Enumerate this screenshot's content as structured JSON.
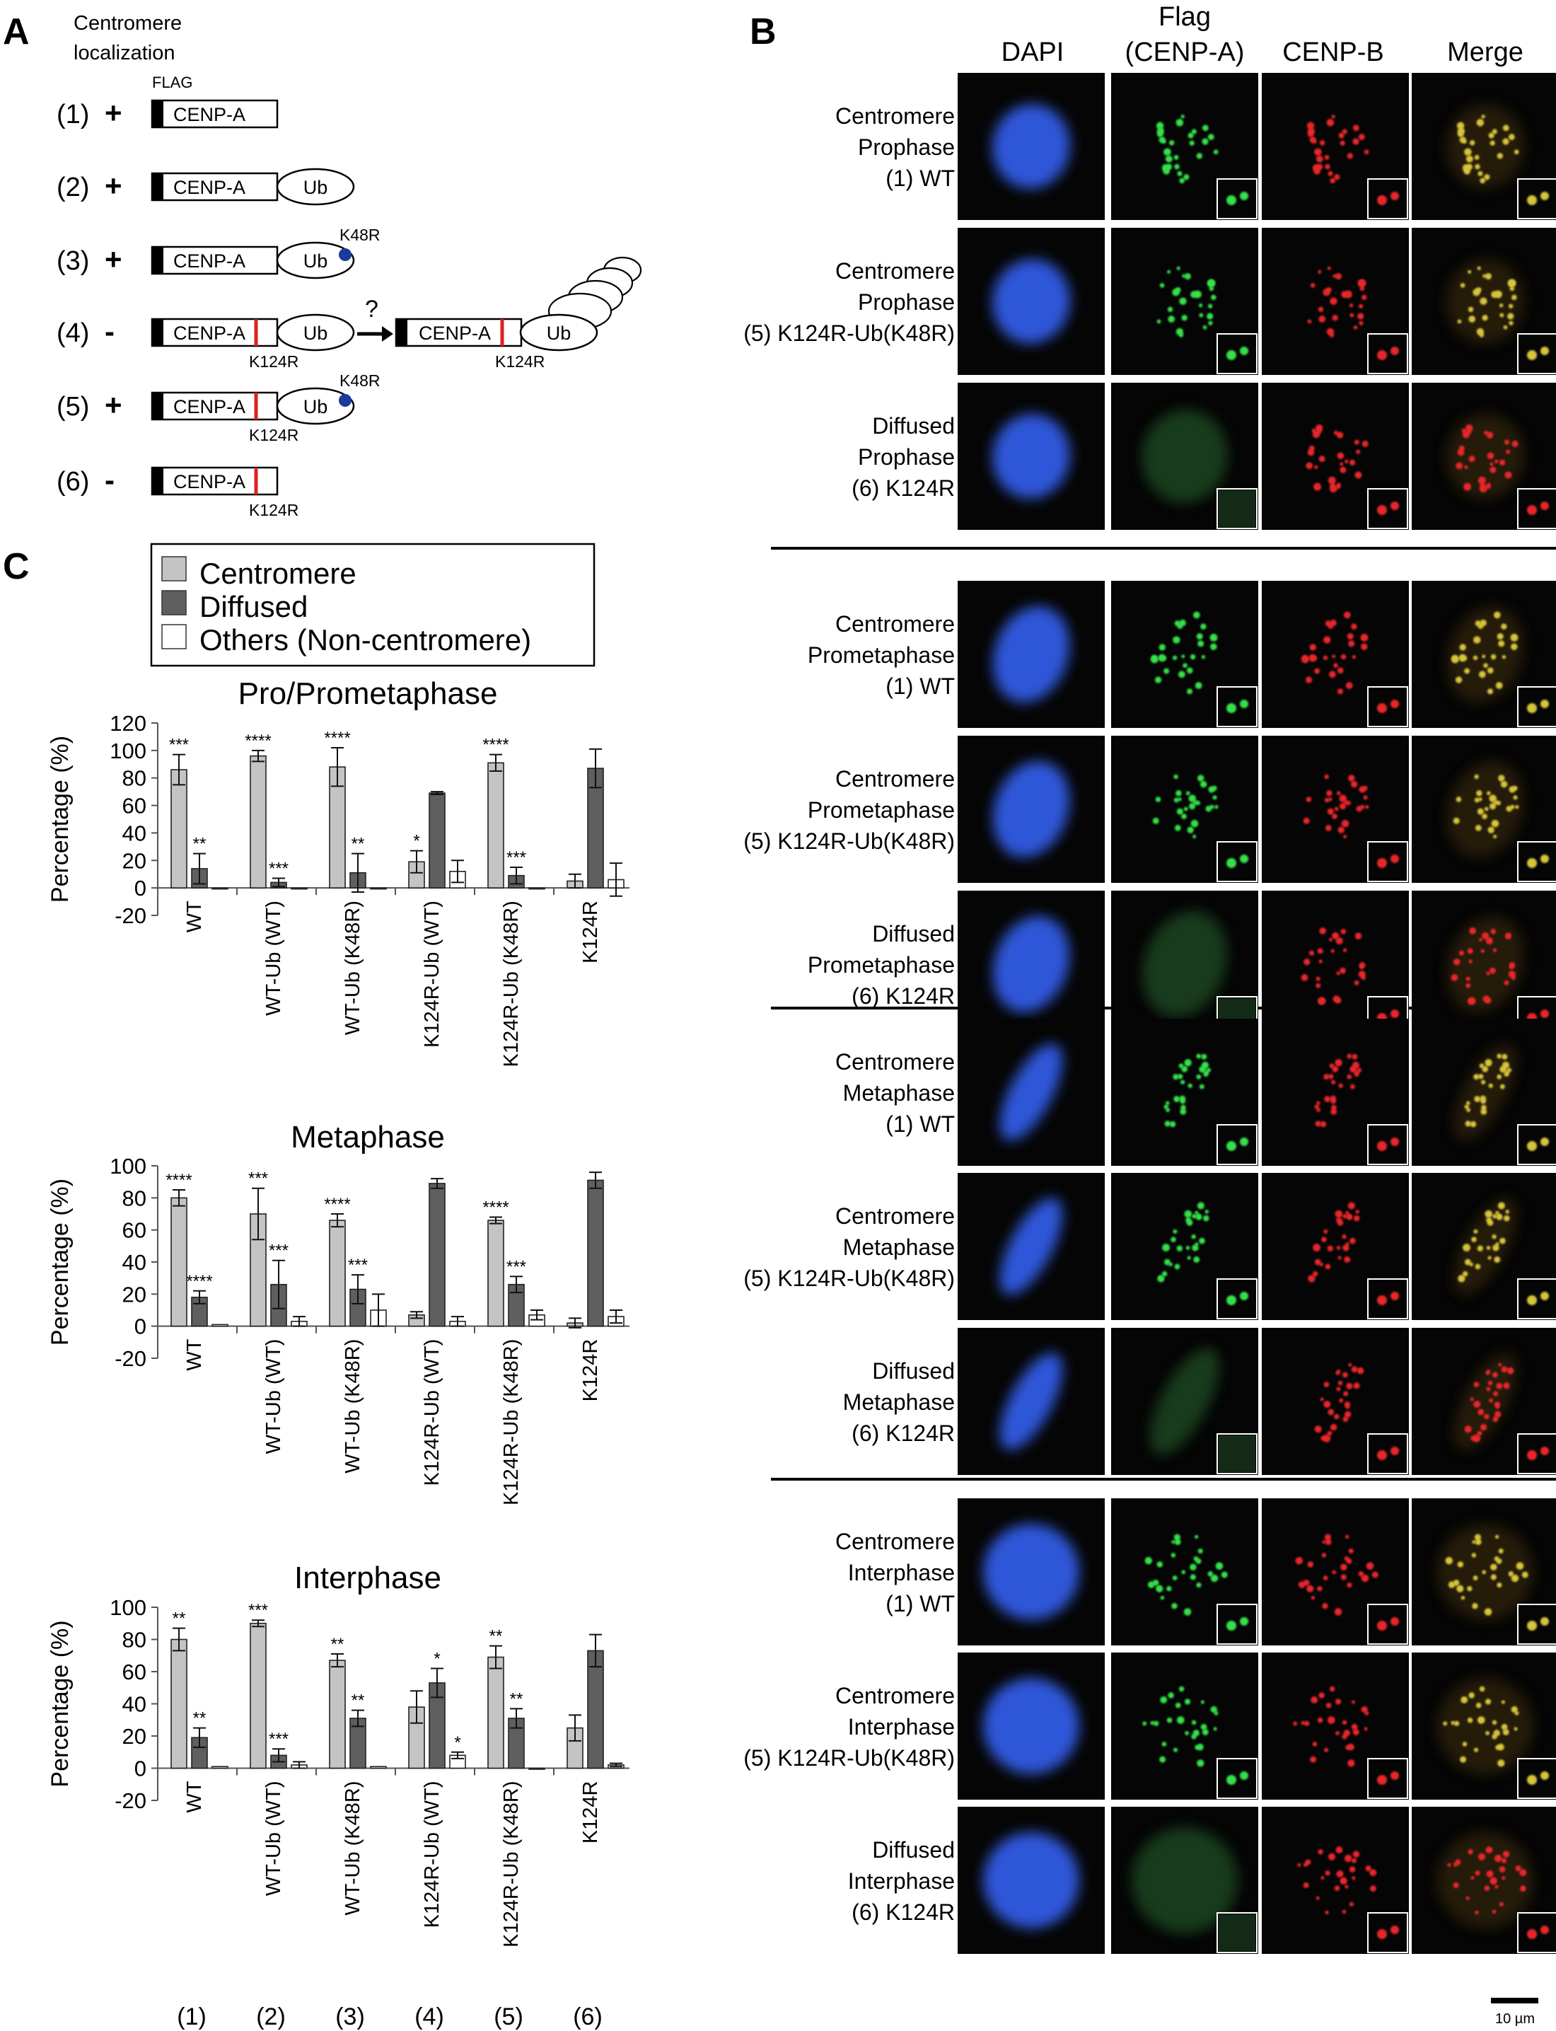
{
  "figure": {
    "panel_letters": [
      "A",
      "B",
      "C"
    ],
    "panel_a": {
      "heading_line1": "Centromere",
      "heading_line2": "localization",
      "flag_label": "FLAG",
      "constructs": [
        {
          "index": "(1)",
          "sign": "+",
          "protein": "CENP-A",
          "ub": "",
          "k48r": "",
          "k124r": ""
        },
        {
          "index": "(2)",
          "sign": "+",
          "protein": "CENP-A",
          "ub": "Ub",
          "k48r": "",
          "k124r": ""
        },
        {
          "index": "(3)",
          "sign": "+",
          "protein": "CENP-A",
          "ub": "Ub",
          "k48r": "K48R",
          "k124r": ""
        },
        {
          "index": "(4)",
          "sign": "-",
          "protein": "CENP-A",
          "ub": "Ub",
          "k48r": "",
          "k124r": "K124R"
        },
        {
          "index": "(5)",
          "sign": "+",
          "protein": "CENP-A",
          "ub": "Ub",
          "k48r": "K48R",
          "k124r": "K124R"
        },
        {
          "index": "(6)",
          "sign": "-",
          "protein": "CENP-A",
          "ub": "",
          "k48r": "",
          "k124r": "K124R"
        }
      ],
      "arrow_label": "?",
      "poly_protein": "CENP-A",
      "poly_ub": "Ub",
      "poly_k124r": "K124R"
    },
    "panel_b": {
      "columns": [
        "DAPI",
        "Flag\n(CENP-A)",
        "CENP-B",
        "Merge"
      ],
      "column_dapi": "DAPI",
      "column_flag_line1": "Flag",
      "column_flag_line2": "(CENP-A)",
      "column_cenpb": "CENP-B",
      "column_merge": "Merge",
      "rows": [
        {
          "line1": "Centromere",
          "line2": "Prophase",
          "line3": "(1) WT",
          "flag": "centromere"
        },
        {
          "line1": "Centromere",
          "line2": "Prophase",
          "line3": "(5) K124R-Ub(K48R)",
          "flag": "centromere"
        },
        {
          "line1": "Diffused",
          "line2": "Prophase",
          "line3": "(6) K124R",
          "flag": "diffused"
        },
        {
          "line1": "Centromere",
          "line2": "Prometaphase",
          "line3": "(1) WT",
          "flag": "centromere"
        },
        {
          "line1": "Centromere",
          "line2": "Prometaphase",
          "line3": "(5) K124R-Ub(K48R)",
          "flag": "centromere"
        },
        {
          "line1": "Diffused",
          "line2": "Prometaphase",
          "line3": "(6) K124R",
          "flag": "diffused"
        },
        {
          "line1": "Centromere",
          "line2": "Metaphase",
          "line3": "(1) WT",
          "flag": "centromere"
        },
        {
          "line1": "Centromere",
          "line2": "Metaphase",
          "line3": "(5) K124R-Ub(K48R)",
          "flag": "centromere"
        },
        {
          "line1": "Diffused",
          "line2": "Metaphase",
          "line3": "(6) K124R",
          "flag": "diffused"
        },
        {
          "line1": "Centromere",
          "line2": "Interphase",
          "line3": "(1) WT",
          "flag": "centromere"
        },
        {
          "line1": "Centromere",
          "line2": "Interphase",
          "line3": "(5) K124R-Ub(K48R)",
          "flag": "centromere"
        },
        {
          "line1": "Diffused",
          "line2": "Interphase",
          "line3": "(6) K124R",
          "flag": "diffused"
        }
      ],
      "scale_bar_label": "10 µm",
      "colors": {
        "dapi": "#2f57d8",
        "flag": "#35e04a",
        "cenpb": "#e8252b",
        "merge": "#d6c43a",
        "background": "#050505"
      }
    },
    "panel_c": {
      "legend": [
        "Centromere",
        "Diffused",
        "Others (Non-centromere)"
      ],
      "colors": {
        "centromere": "#c4c4c4",
        "diffused": "#5f5f5f",
        "others": "#ffffff"
      },
      "bottom_indices": [
        "(1)",
        "(2)",
        "(3)",
        "(4)",
        "(5)",
        "(6)"
      ]
    }
  },
  "chart_data": [
    {
      "type": "bar",
      "title": "Pro/Prometaphase",
      "ylabel": "Percentage (%)",
      "ylim": [
        -20,
        120
      ],
      "yticks": [
        120,
        100,
        80,
        60,
        40,
        20,
        0,
        -20
      ],
      "categories": [
        "WT",
        "WT-Ub (WT)",
        "WT-Ub (K48R)",
        "K124R-Ub (WT)",
        "K124R-Ub (K48R)",
        "K124R"
      ],
      "series": [
        {
          "name": "Centromere",
          "values": [
            86,
            96,
            88,
            19,
            91,
            5
          ],
          "errors": [
            11,
            4,
            14,
            8,
            6,
            5
          ],
          "stars": [
            "***",
            "****",
            "****",
            "*",
            "****",
            ""
          ]
        },
        {
          "name": "Diffused",
          "values": [
            14,
            4,
            11,
            69,
            9,
            87
          ],
          "errors": [
            11,
            3,
            14,
            1,
            6,
            14
          ],
          "stars": [
            "**",
            "***",
            "**",
            "",
            "***",
            ""
          ]
        },
        {
          "name": "Others (Non-centromere)",
          "values": [
            0,
            0,
            0,
            12,
            0,
            6
          ],
          "errors": [
            0,
            0,
            0,
            8,
            0,
            12
          ],
          "stars": [
            "",
            "",
            "",
            "",
            "",
            ""
          ]
        }
      ]
    },
    {
      "type": "bar",
      "title": "Metaphase",
      "ylabel": "Percentage (%)",
      "ylim": [
        -20,
        100
      ],
      "yticks": [
        100,
        80,
        60,
        40,
        20,
        0,
        -20
      ],
      "categories": [
        "WT",
        "WT-Ub (WT)",
        "WT-Ub (K48R)",
        "K124R-Ub (WT)",
        "K124R-Ub (K48R)",
        "K124R"
      ],
      "series": [
        {
          "name": "Centromere",
          "values": [
            80,
            70,
            66,
            7,
            66,
            2
          ],
          "errors": [
            5,
            16,
            4,
            2,
            2,
            3
          ],
          "stars": [
            "****",
            "***",
            "****",
            "",
            "****",
            ""
          ]
        },
        {
          "name": "Diffused",
          "values": [
            18,
            26,
            23,
            89,
            26,
            91
          ],
          "errors": [
            4,
            15,
            9,
            3,
            5,
            5
          ],
          "stars": [
            "****",
            "***",
            "***",
            "",
            "***",
            ""
          ]
        },
        {
          "name": "Others (Non-centromere)",
          "values": [
            1,
            3,
            10,
            3,
            7,
            6
          ],
          "errors": [
            0,
            3,
            10,
            3,
            3,
            4
          ],
          "stars": [
            "",
            "",
            "",
            "",
            "",
            ""
          ]
        }
      ]
    },
    {
      "type": "bar",
      "title": "Interphase",
      "ylabel": "Percentage (%)",
      "ylim": [
        -20,
        100
      ],
      "yticks": [
        100,
        80,
        60,
        40,
        20,
        0,
        -20
      ],
      "categories": [
        "WT",
        "WT-Ub (WT)",
        "WT-Ub (K48R)",
        "K124R-Ub (WT)",
        "K124R-Ub (K48R)",
        "K124R"
      ],
      "series": [
        {
          "name": "Centromere",
          "values": [
            80,
            90,
            67,
            38,
            69,
            25
          ],
          "errors": [
            7,
            2,
            4,
            10,
            7,
            8
          ],
          "stars": [
            "**",
            "***",
            "**",
            "",
            "**",
            ""
          ]
        },
        {
          "name": "Diffused",
          "values": [
            19,
            8,
            31,
            53,
            31,
            73
          ],
          "errors": [
            6,
            4,
            5,
            9,
            6,
            10
          ],
          "stars": [
            "**",
            "***",
            "**",
            "*",
            "**",
            ""
          ]
        },
        {
          "name": "Others (Non-centromere)",
          "values": [
            1,
            2,
            1,
            8,
            0,
            2
          ],
          "errors": [
            0,
            2,
            0,
            2,
            0,
            1
          ],
          "stars": [
            "",
            "",
            "",
            "*",
            "",
            ""
          ]
        }
      ]
    }
  ]
}
